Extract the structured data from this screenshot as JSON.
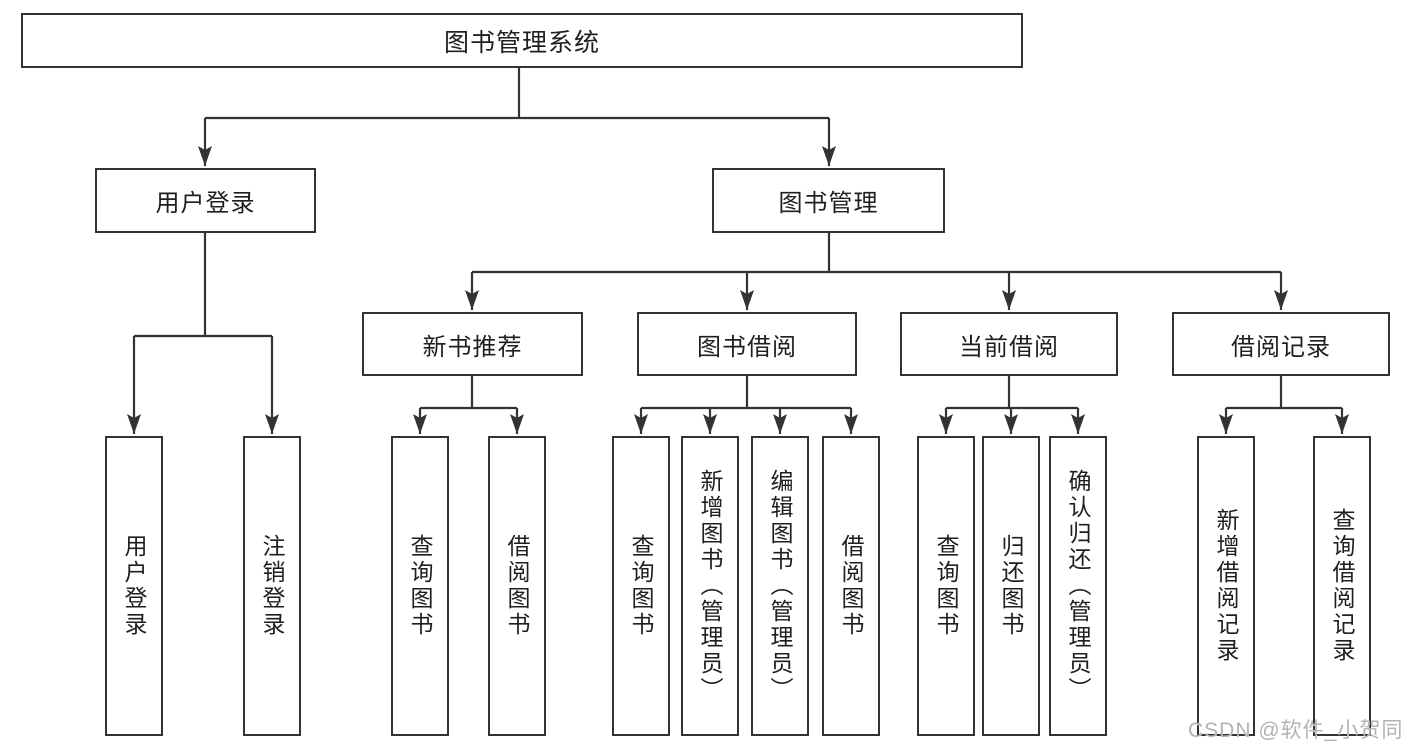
{
  "diagram_title": "图书管理系统",
  "watermark": {
    "text": "CSDN @软件_小贺同学"
  },
  "colors": {
    "line": "#333333",
    "box_border": "#333333",
    "box_background": "#ffffff",
    "text": "#1f1f1f",
    "watermark": "#b3b3b3"
  },
  "nodes": {
    "root": {
      "label": "图书管理系统"
    },
    "level1": [
      {
        "label": "用户登录"
      },
      {
        "label": "图书管理"
      }
    ],
    "level2": [
      {
        "label": "新书推荐"
      },
      {
        "label": "图书借阅"
      },
      {
        "label": "当前借阅"
      },
      {
        "label": "借阅记录"
      }
    ],
    "leaves": {
      "user_login": [
        {
          "label": "用户登录"
        },
        {
          "label": "注销登录"
        }
      ],
      "new_books": [
        {
          "label": "查询图书"
        },
        {
          "label": "借阅图书"
        }
      ],
      "book_borrow": [
        {
          "label": "查询图书"
        },
        {
          "label": "新增图书（管理员）"
        },
        {
          "label": "编辑图书（管理员）"
        },
        {
          "label": "借阅图书"
        }
      ],
      "current_borrow": [
        {
          "label": "查询图书"
        },
        {
          "label": "归还图书"
        },
        {
          "label": "确认归还（管理员）"
        }
      ],
      "borrow_records": [
        {
          "label": "新增借阅记录"
        },
        {
          "label": "查询借阅记录"
        }
      ]
    }
  }
}
